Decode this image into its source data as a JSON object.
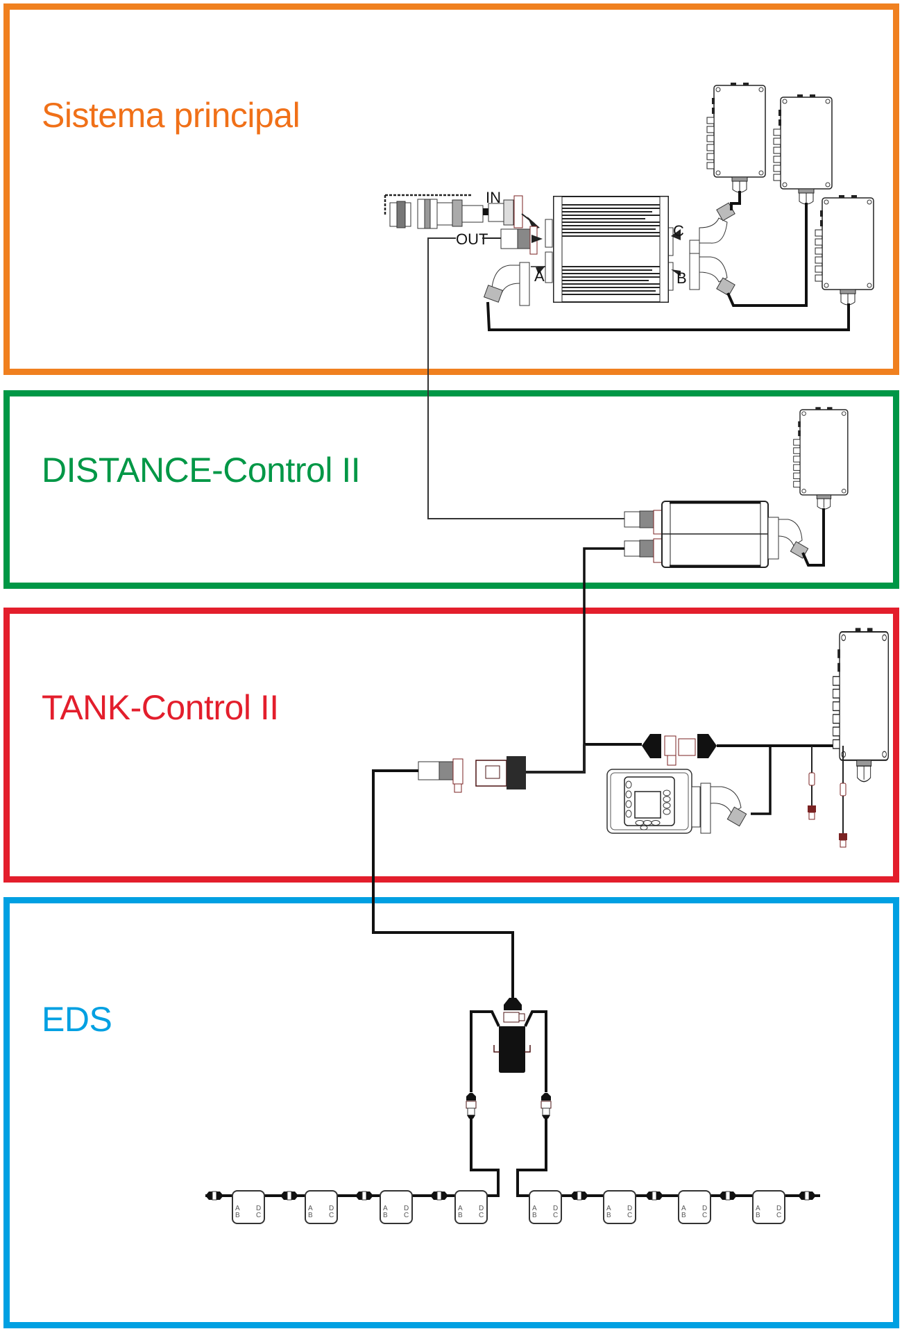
{
  "sections": [
    {
      "id": "main",
      "title": "Sistema principal",
      "color": "#f07018"
    },
    {
      "id": "distance",
      "title": "DISTANCE-Control II",
      "color": "#009746"
    },
    {
      "id": "tank",
      "title": "TANK-Control II",
      "color": "#e31e2c"
    },
    {
      "id": "eds",
      "title": "EDS",
      "color": "#00a0e2"
    }
  ],
  "main_ecu": {
    "ports": {
      "in": "IN",
      "out": "OUT",
      "a": "A",
      "b": "B",
      "c": "C"
    }
  },
  "eds_modules": {
    "count": 8,
    "labels": {
      "a": "A",
      "b": "B",
      "c": "C",
      "d": "D"
    }
  }
}
